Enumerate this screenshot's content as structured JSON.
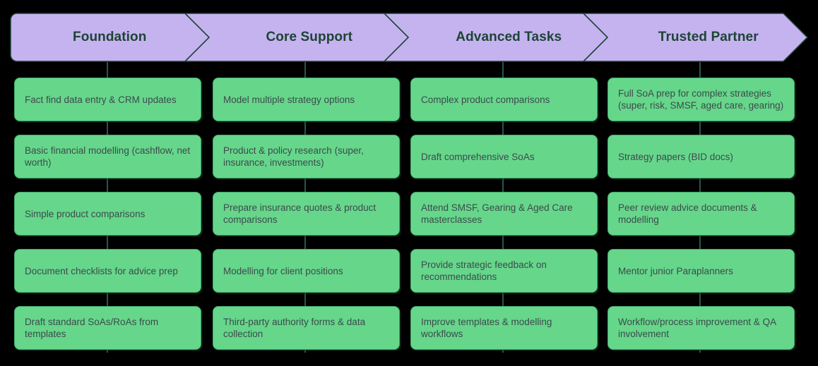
{
  "theme": {
    "background": "#000000",
    "stage_fill": "#c5b3f0",
    "stage_stroke": "#1d4435",
    "stage_text": "#1d4435",
    "card_fill": "#66d68b",
    "card_stroke": "#3faa6a",
    "card_text": "#3b4b4b",
    "connector": "#27564a"
  },
  "diagram": {
    "type": "chevron-progression-matrix",
    "stage_count": 4,
    "rows_per_stage": 5
  },
  "stages": [
    {
      "label": "Foundation"
    },
    {
      "label": "Core Support"
    },
    {
      "label": "Advanced Tasks"
    },
    {
      "label": "Trusted Partner"
    }
  ],
  "columns": [
    {
      "stage": "Foundation",
      "cards": [
        {
          "text": "Fact find data entry & CRM updates"
        },
        {
          "text": "Basic financial modelling (cashflow, net worth)"
        },
        {
          "text": "Simple product comparisons"
        },
        {
          "text": "Document checklists for advice prep"
        },
        {
          "text": "Draft standard SoAs/RoAs from templates"
        }
      ]
    },
    {
      "stage": "Core Support",
      "cards": [
        {
          "text": "Model multiple strategy options"
        },
        {
          "text": "Product & policy research (super, insurance, investments)"
        },
        {
          "text": "Prepare insurance quotes & product comparisons"
        },
        {
          "text": "Modelling for client positions"
        },
        {
          "text": "Third-party authority forms & data collection"
        }
      ]
    },
    {
      "stage": "Advanced Tasks",
      "cards": [
        {
          "text": "Complex product comparisons"
        },
        {
          "text": "Draft comprehensive SoAs"
        },
        {
          "text": "Attend SMSF, Gearing & Aged Care masterclasses"
        },
        {
          "text": "Provide strategic feedback on recommendations"
        },
        {
          "text": "Improve templates & modelling workflows"
        }
      ]
    },
    {
      "stage": "Trusted Partner",
      "cards": [
        {
          "text": "Full SoA prep for complex strategies (super, risk, SMSF, aged care, gearing)"
        },
        {
          "text": "Strategy papers (BID docs)"
        },
        {
          "text": "Peer review advice documents & modelling"
        },
        {
          "text": "Mentor junior Paraplanners"
        },
        {
          "text": "Workflow/process improvement & QA involvement"
        }
      ]
    }
  ]
}
